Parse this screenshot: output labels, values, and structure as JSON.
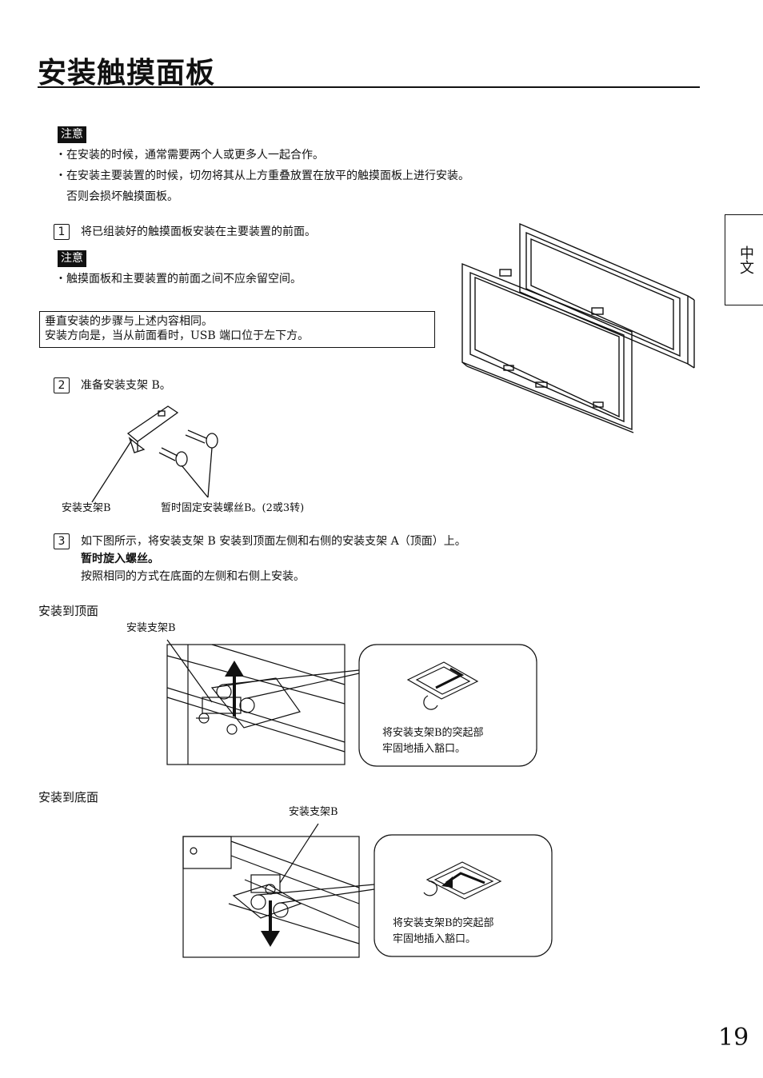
{
  "title": "安装触摸面板",
  "side_tab": "中文",
  "caution_label": "注意",
  "caution1": [
    "在安装的时候，通常需要两个人或更多人一起合作。",
    "在安装主要装置的时候，切勿将其从上方重叠放置在放平的触摸面板上进行安装。"
  ],
  "caution1_cont": "否则会损坏触摸面板。",
  "steps": [
    {
      "num": "1",
      "text": "将已组装好的触摸面板安装在主要装置的前面。"
    },
    {
      "num": "2",
      "text": "准备安装支架 B。"
    },
    {
      "num": "3",
      "text": "如下图所示，将安装支架 B 安装到顶面左侧和右侧的安装支架 A（顶面）上。",
      "line2": "暂时旋入螺丝。",
      "line3": "按照相同的方式在底面的左侧和右侧上安装。"
    }
  ],
  "caution2": "触摸面板和主要装置的前面之间不应余留空间。",
  "info_box": [
    "垂直安装的步骤与上述内容相同。",
    "安装方向是，当从前面看时，USB 端口位于左下方。"
  ],
  "fig2": {
    "label_bracket": "安装支架B",
    "label_screw": "暂时固定安装螺丝B。(2或3转)"
  },
  "top_section": {
    "heading": "安装到顶面",
    "label_bracket": "安装支架B",
    "detail": [
      "将安装支架B的突起部",
      "牢固地插入豁口。"
    ]
  },
  "bottom_section": {
    "heading": "安装到底面",
    "label_bracket": "安装支架B",
    "detail": [
      "将安装支架B的突起部",
      "牢固地插入豁口。"
    ]
  },
  "page_number": "19"
}
